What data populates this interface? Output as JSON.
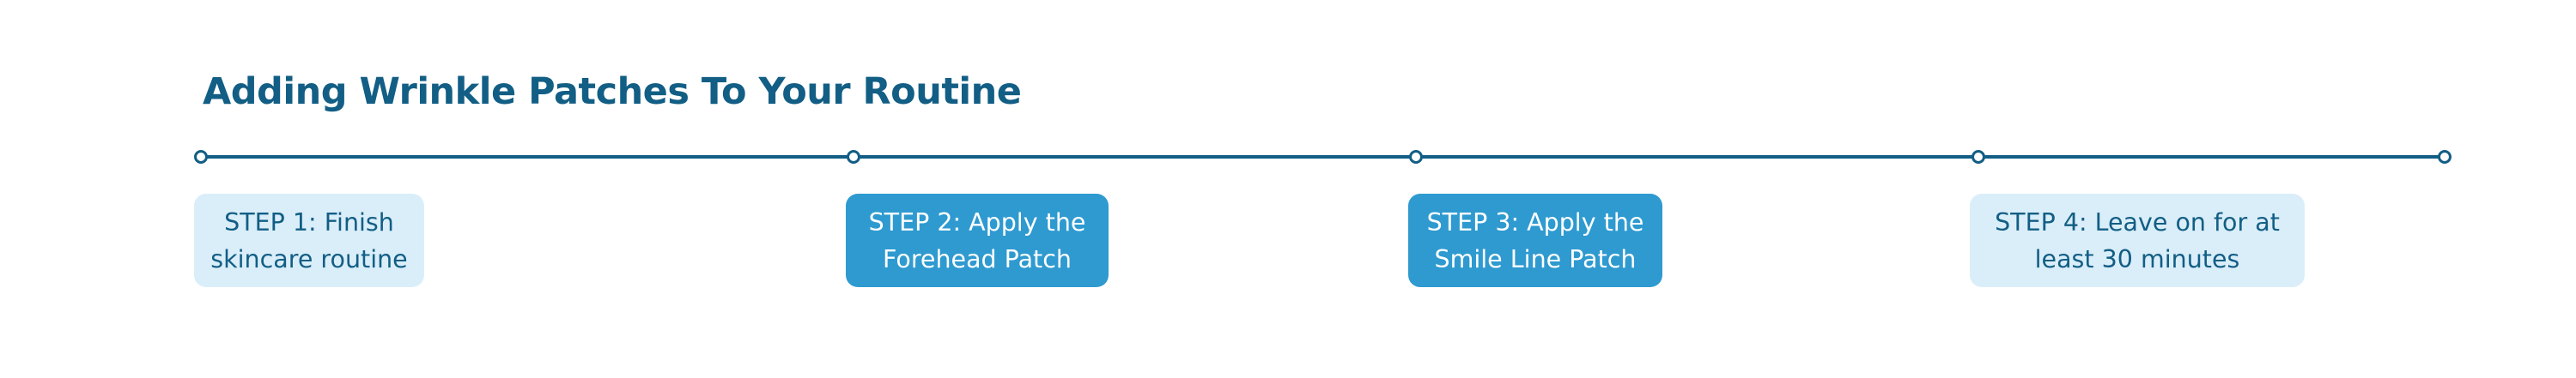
{
  "diagram": {
    "title": "Adding Wrinkle Patches To Your Routine",
    "colors": {
      "title": "#125e85",
      "line": "#125e85",
      "light_box": "#daeef9",
      "dark_box": "#2e9ad0",
      "light_text": "#125e85",
      "dark_text": "#ffffff"
    },
    "steps": [
      {
        "label": "STEP 1:  Finish\nskincare routine",
        "style": "light"
      },
      {
        "label": "STEP 2:  Apply the\nForehead Patch",
        "style": "dark"
      },
      {
        "label": "STEP 3:  Apply the\nSmile Line Patch",
        "style": "dark"
      },
      {
        "label": "STEP 4:  Leave on for at\nleast 30 minutes",
        "style": "light"
      }
    ]
  }
}
